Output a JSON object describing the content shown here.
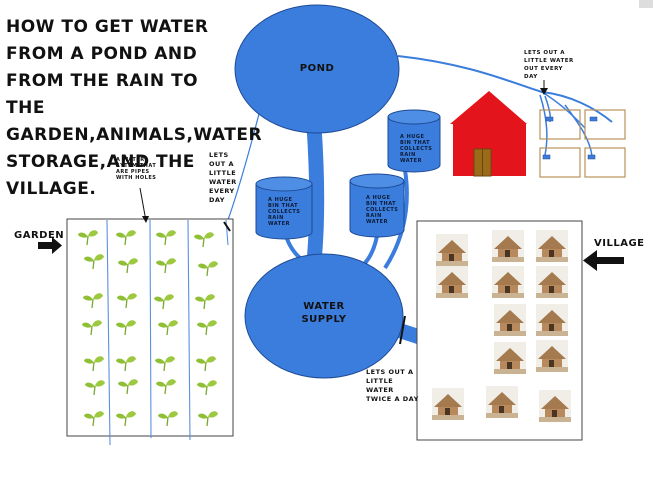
{
  "title": "How to get water from a pond and from the rain to the garden,animals,water storage,and the village.",
  "pond_label": "Pond",
  "water_supply_label": "Water supply",
  "garden_label": "Garden",
  "village_label": "Village",
  "tank_label": "A huge bin that collects rain water",
  "watering_system_label": "A water sytem that are pipes with holes",
  "garden_valve_note": "Lets out a little water every day",
  "animals_valve_note": "Lets out a little water out every day",
  "village_valve_note": "Lets out a little water twice a day",
  "colors": {
    "water": "#3b7ddd",
    "barn": "#e3141b",
    "barn_door": "#9c6b1a",
    "plant": "#8fbf35"
  }
}
